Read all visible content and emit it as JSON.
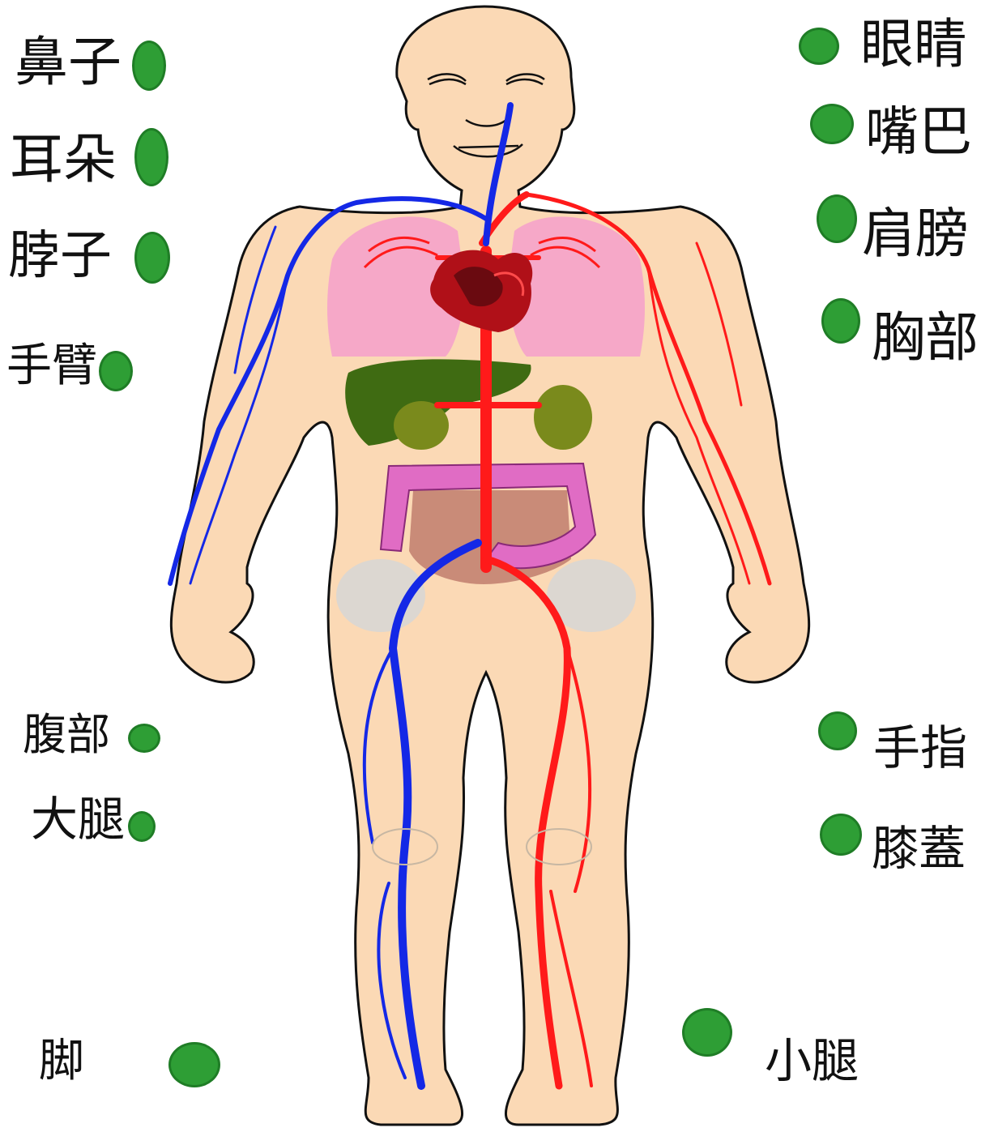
{
  "colors": {
    "skin": "#fbd9b5",
    "outline": "#111111",
    "vein": "#1428e6",
    "artery": "#ff1a1a",
    "lung": "#f6a8c8",
    "heart": "#b01018",
    "liver": "#3f6b12",
    "kidney": "#7a8a1c",
    "colon": "#e06cc4",
    "intestine": "#c98b78",
    "pelvis": "#d6d6d6",
    "marker": "#2e9e35"
  },
  "labels": {
    "nose": "鼻子",
    "ear": "耳朵",
    "neck": "脖子",
    "arm": "手臂",
    "abdomen": "腹部",
    "thigh": "大腿",
    "foot": "脚",
    "eye": "眼睛",
    "mouth": "嘴巴",
    "shoulder": "肩膀",
    "chest": "胸部",
    "finger": "手指",
    "knee": "膝蓋",
    "calf": "小腿"
  }
}
